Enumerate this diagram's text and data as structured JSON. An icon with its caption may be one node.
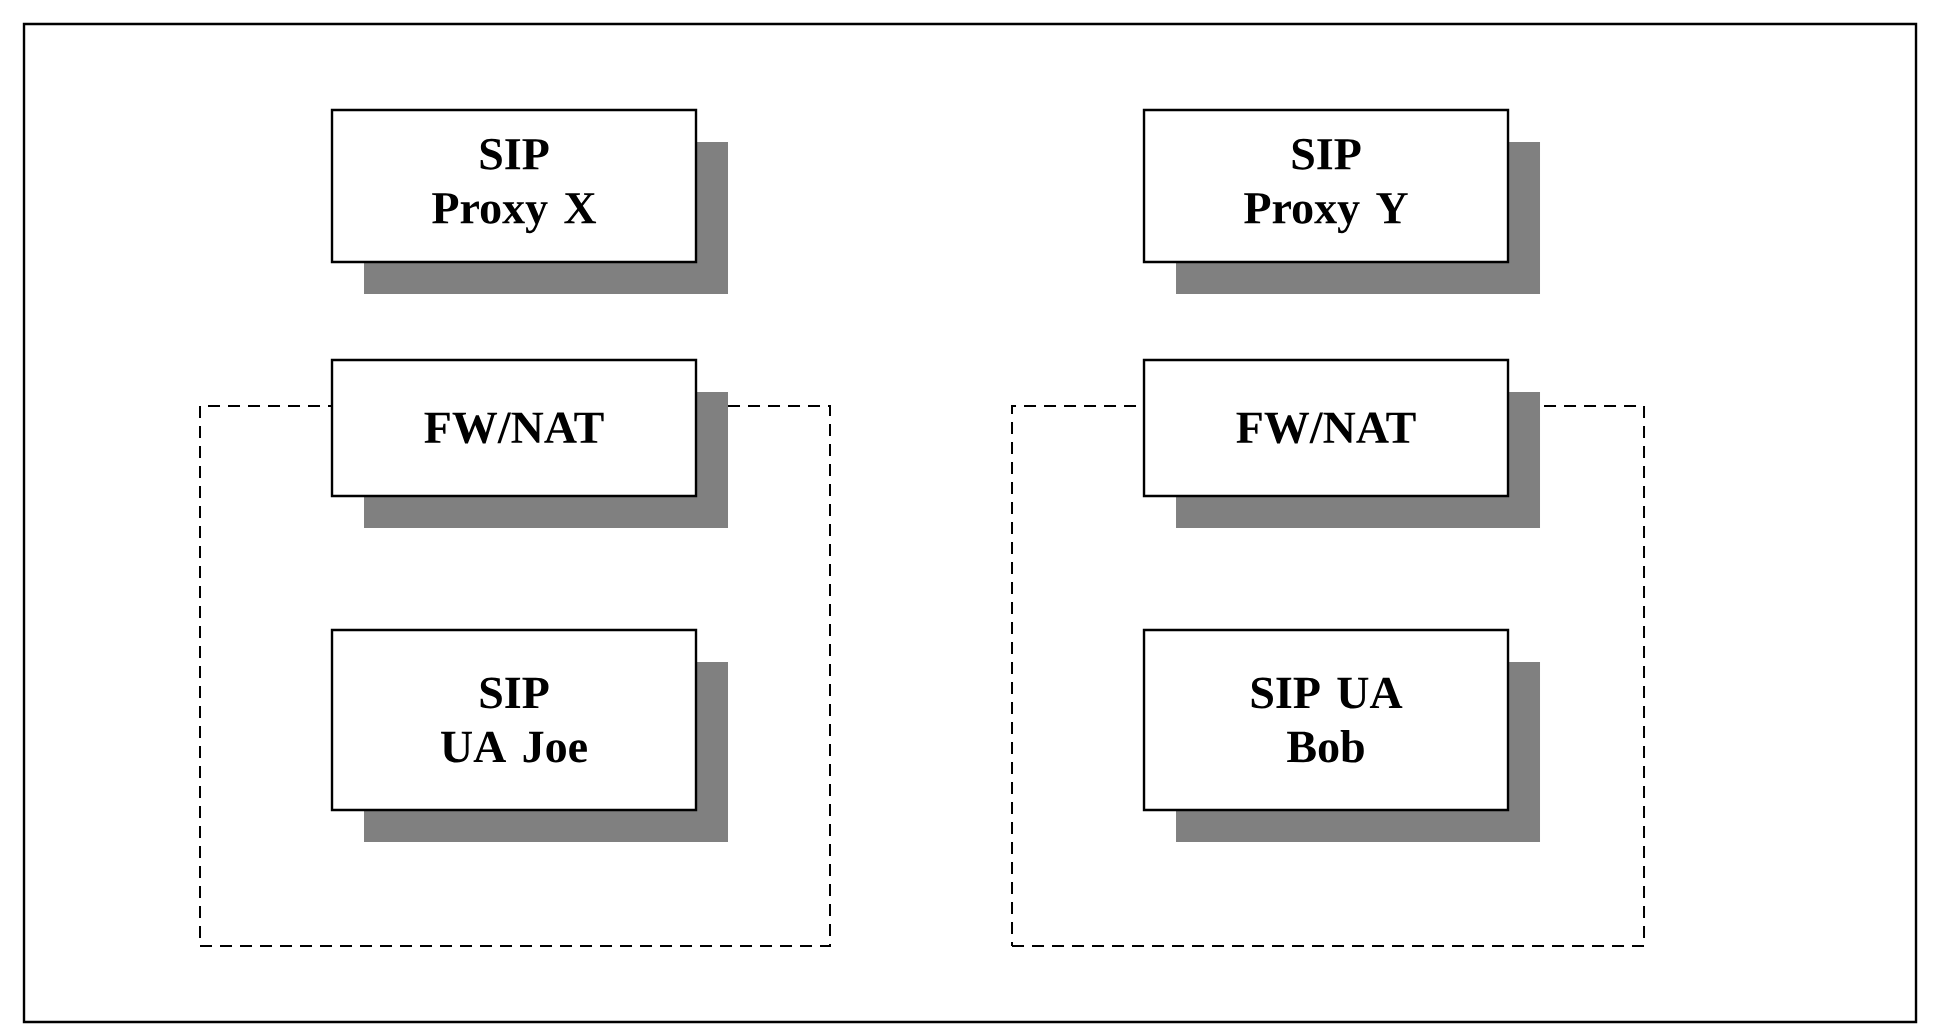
{
  "diagram": {
    "nodes": [
      {
        "text": [
          "SIP Proxy X"
        ]
      },
      {
        "text": [
          "SIP Proxy Y"
        ]
      },
      {
        "text": [],
        "shape": "box"
      },
      {
        "text": [
          "FW/NAT"
        ]
      },
      {
        "text": [
          "SIP UA Joe"
        ],
        "in": 2
      },
      {
        "text": [],
        "shape": "box"
      },
      {
        "text": [
          "FW/NAT"
        ]
      },
      {
        "text": [
          "SIP UA Bob"
        ],
        "in": 5
      }
    ]
  }
}
